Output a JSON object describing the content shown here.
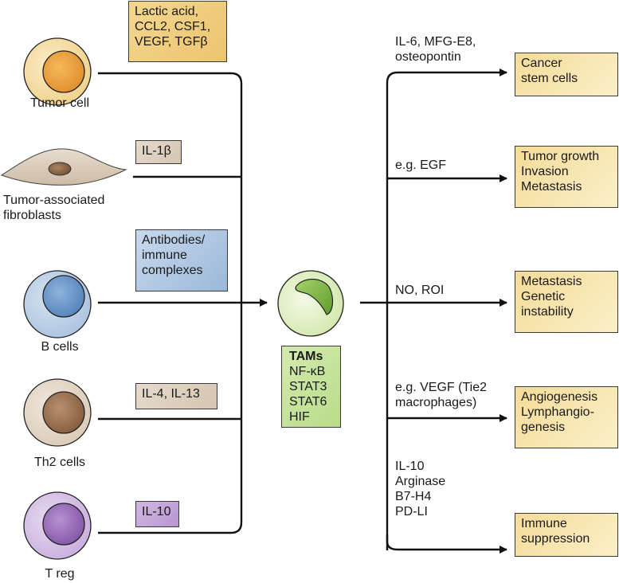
{
  "colors": {
    "tumor_box": "#f0cf86",
    "fibro_box": "#ddd0bf",
    "bcell_box": "#a9c3de",
    "th2_box": "#ddd0bf",
    "treg_box": "#c6a9d6",
    "tam_box": "#c6e29b",
    "outcome_box": "#f7e3a6",
    "line": "#111111"
  },
  "sources": [
    {
      "id": "tumor-cell",
      "label": "Tumor cell",
      "signals": [
        "Lactic acid,",
        "CCL2, CSF1,",
        "VEGF, TGFβ"
      ],
      "outer": "#f3d9a0",
      "inner": "#e89b3a"
    },
    {
      "id": "fibroblasts",
      "label": [
        "Tumor-associated",
        "fibroblasts"
      ],
      "signals": [
        "IL-1β"
      ],
      "outer": "#ddd0bf",
      "inner": "#8b6a4a"
    },
    {
      "id": "b-cells",
      "label": "B cells",
      "signals": [
        "Antibodies/",
        "immune",
        "complexes"
      ],
      "outer": "#b5cbe4",
      "inner": "#5d8fc4"
    },
    {
      "id": "th2-cells",
      "label": "Th2 cells",
      "signals": [
        "IL-4, IL-13"
      ],
      "outer": "#e2d6c7",
      "inner": "#926a44"
    },
    {
      "id": "t-reg",
      "label": "T reg",
      "signals": [
        "IL-10"
      ],
      "outer": "#d3bde3",
      "inner": "#9468b4"
    }
  ],
  "tam": {
    "title": "TAMs",
    "factors": [
      "NF-κB",
      "STAT3",
      "STAT6",
      "HIF"
    ]
  },
  "outputs": [
    {
      "id": "cancer-stem-cells",
      "mediators": [
        "IL-6, MFG-E8,",
        "osteopontin"
      ],
      "outcome": [
        "Cancer",
        "stem cells"
      ]
    },
    {
      "id": "tumor-growth",
      "mediators": [
        "e.g. EGF"
      ],
      "outcome": [
        "Tumor growth",
        "Invasion",
        "Metastasis"
      ]
    },
    {
      "id": "metastasis",
      "mediators": [
        "NO, ROI"
      ],
      "outcome": [
        "Metastasis",
        "Genetic",
        "instability"
      ]
    },
    {
      "id": "angiogenesis",
      "mediators": [
        "e.g. VEGF (Tie2",
        "macrophages)"
      ],
      "outcome": [
        "Angiogenesis",
        "Lymphangio-",
        "genesis"
      ]
    },
    {
      "id": "immune-suppression",
      "mediators": [
        "IL-10",
        "Arginase",
        "B7-H4",
        "PD-LI"
      ],
      "outcome": [
        "Immune",
        "suppression"
      ]
    }
  ]
}
